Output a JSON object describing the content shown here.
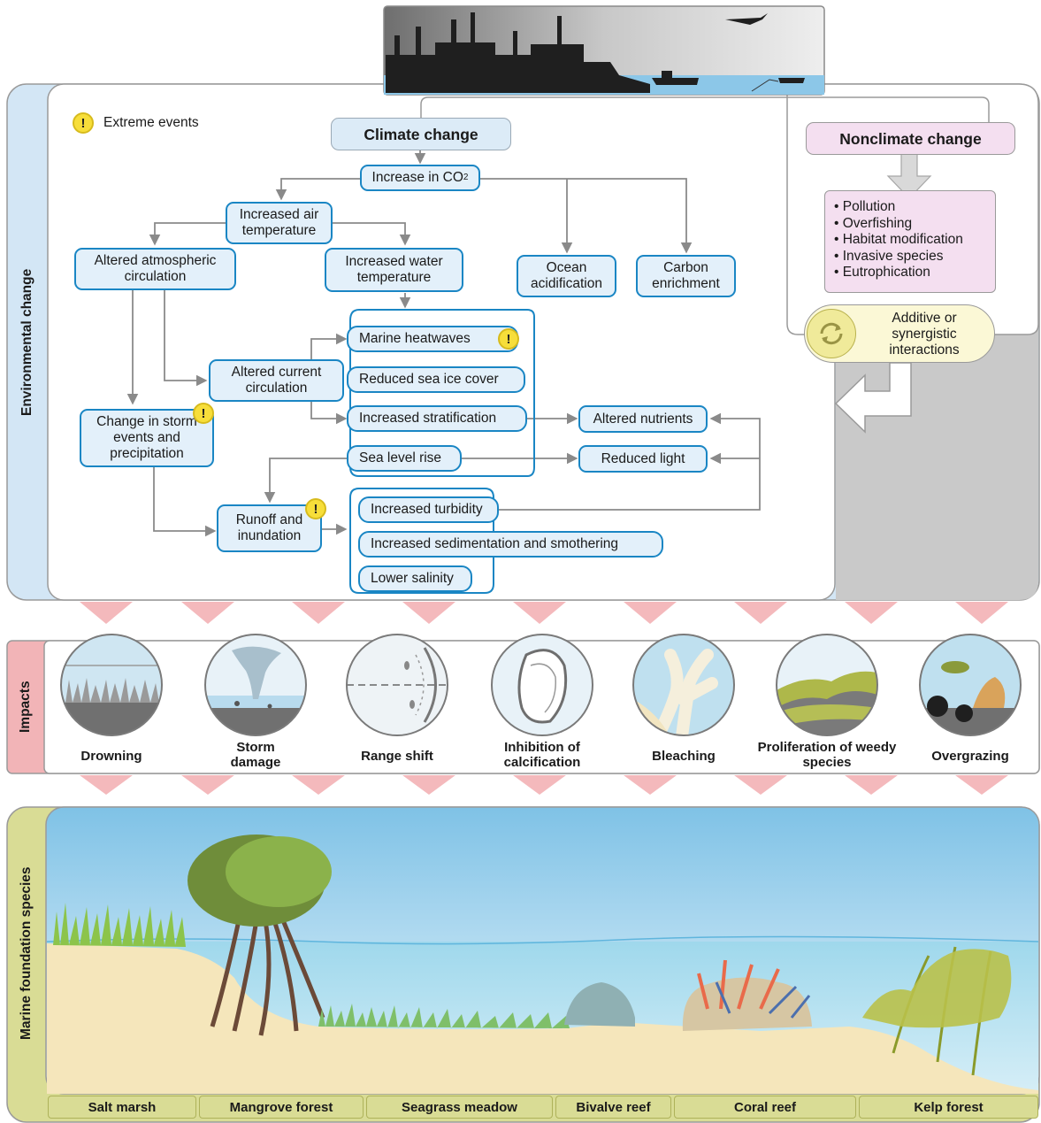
{
  "panels": {
    "environmental_change": "Environmental change",
    "impacts": "Impacts",
    "foundation_species": "Marine foundation species"
  },
  "legend": {
    "extreme_events": "Extreme events"
  },
  "climate_change": {
    "title": "Climate change",
    "co2_prefix": "Increase in CO",
    "co2_subscript": "2",
    "increased_air_temperature": "Increased air temperature",
    "altered_atmospheric_circulation": "Altered atmospheric circulation",
    "increased_water_temperature": "Increased water temperature",
    "ocean_acidification": "Ocean acidification",
    "carbon_enrichment": "Carbon enrichment",
    "altered_current_circulation": "Altered current circulation",
    "change_in_storm_events": "Change in storm events and precipitation",
    "marine_heatwaves": "Marine heatwaves",
    "reduced_sea_ice_cover": "Reduced sea ice cover",
    "increased_stratification": "Increased stratification",
    "sea_level_rise": "Sea level rise",
    "altered_nutrients": "Altered nutrients",
    "reduced_light": "Reduced light",
    "runoff_and_inundation": "Runoff and inundation",
    "increased_turbidity": "Increased turbidity",
    "increased_sedimentation": "Increased sedimentation and smothering",
    "lower_salinity": "Lower salinity"
  },
  "nonclimate_change": {
    "title": "Nonclimate change",
    "items": [
      "• Pollution",
      "• Overfishing",
      "• Habitat modification",
      "• Invasive species",
      "• Eutrophication"
    ]
  },
  "interactions": "Additive or synergistic interactions",
  "impacts": [
    {
      "label": "Drowning",
      "icon": "drowning-icon"
    },
    {
      "label": "Storm damage",
      "icon": "storm-icon"
    },
    {
      "label": "Range shift",
      "icon": "range-shift-icon"
    },
    {
      "label": "Inhibition of calcification",
      "icon": "shell-icon"
    },
    {
      "label": "Bleaching",
      "icon": "bleached-coral-icon"
    },
    {
      "label": "Proliferation of weedy species",
      "icon": "weedy-species-icon"
    },
    {
      "label": "Overgrazing",
      "icon": "overgrazing-icon"
    }
  ],
  "foundation_species": [
    "Salt marsh",
    "Mangrove forest",
    "Seagrass meadow",
    "Bivalve reef",
    "Coral reef",
    "Kelp forest"
  ],
  "colors": {
    "flow_border": "#1a86c4",
    "flow_fill": "#e3f0fa",
    "nonclimate_fill": "#f4dff0",
    "interaction_fill": "#fbf8d6",
    "impact_tab": "#f2b4b7",
    "foundation_tab": "#d9dc95",
    "sand": "#f5e6bb"
  }
}
